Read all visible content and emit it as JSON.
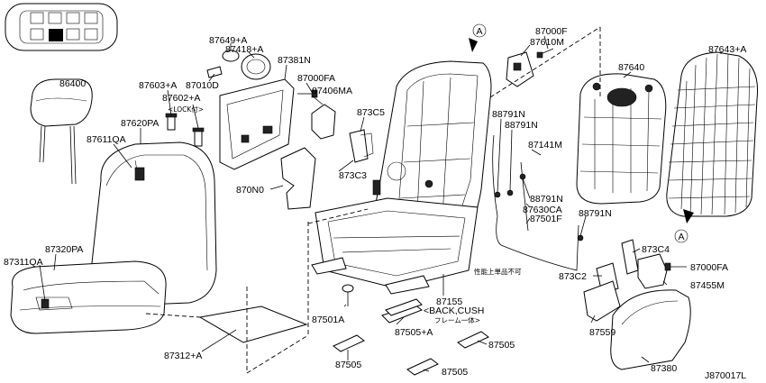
{
  "diagram_id": "J870017L",
  "reference_mark": "A",
  "labels": [
    {
      "key": "p86400",
      "text": "86400"
    },
    {
      "key": "p87603a",
      "text": "87603+A"
    },
    {
      "key": "p87602a",
      "text": "87602+A"
    },
    {
      "key": "p87602a_note",
      "text": "<LOCK付>"
    },
    {
      "key": "p87649a",
      "text": "87649+A"
    },
    {
      "key": "p87418a",
      "text": "87418+A"
    },
    {
      "key": "p87010d",
      "text": "87010D"
    },
    {
      "key": "p87381n",
      "text": "87381N"
    },
    {
      "key": "p87000fa_1",
      "text": "87000FA"
    },
    {
      "key": "p87406ma",
      "text": "87406MA"
    },
    {
      "key": "p87620pa",
      "text": "87620PA"
    },
    {
      "key": "p87611qa",
      "text": "87611QA"
    },
    {
      "key": "p873c5",
      "text": "873C5"
    },
    {
      "key": "p873c3",
      "text": "873C3"
    },
    {
      "key": "p870n0",
      "text": "870N0"
    },
    {
      "key": "p87000f",
      "text": "87000F"
    },
    {
      "key": "p87610m",
      "text": "87610M"
    },
    {
      "key": "p87640",
      "text": "87640"
    },
    {
      "key": "p87643a",
      "text": "87643+A"
    },
    {
      "key": "p88791n_1",
      "text": "88791N"
    },
    {
      "key": "p88791n_2",
      "text": "88791N"
    },
    {
      "key": "p87141m",
      "text": "87141M"
    },
    {
      "key": "p88791n_3",
      "text": "88791N"
    },
    {
      "key": "p87630ca",
      "text": "87630CA"
    },
    {
      "key": "p87501f",
      "text": "87501F"
    },
    {
      "key": "p88791n_4",
      "text": "88791N"
    },
    {
      "key": "p87320pa",
      "text": "87320PA"
    },
    {
      "key": "p87311qa",
      "text": "87311QA"
    },
    {
      "key": "p873c4",
      "text": "873C4"
    },
    {
      "key": "p87000fa_2",
      "text": "87000FA"
    },
    {
      "key": "p873c2",
      "text": "873C2"
    },
    {
      "key": "p87455m",
      "text": "87455M"
    },
    {
      "key": "p87155",
      "text": "87155"
    },
    {
      "key": "p87155_sub",
      "text": "<BACK,CUSH"
    },
    {
      "key": "p87155_sub2",
      "text": "フレーム一体>"
    },
    {
      "key": "p87155_note",
      "text": "性能上単品不可"
    },
    {
      "key": "p87501a",
      "text": "87501A"
    },
    {
      "key": "p87505a",
      "text": "87505+A"
    },
    {
      "key": "p87505_1",
      "text": "87505"
    },
    {
      "key": "p87505_2",
      "text": "87505"
    },
    {
      "key": "p87505_3",
      "text": "87505"
    },
    {
      "key": "p87312a",
      "text": "87312+A"
    },
    {
      "key": "p87559",
      "text": "87559"
    },
    {
      "key": "p87380",
      "text": "87380"
    }
  ]
}
